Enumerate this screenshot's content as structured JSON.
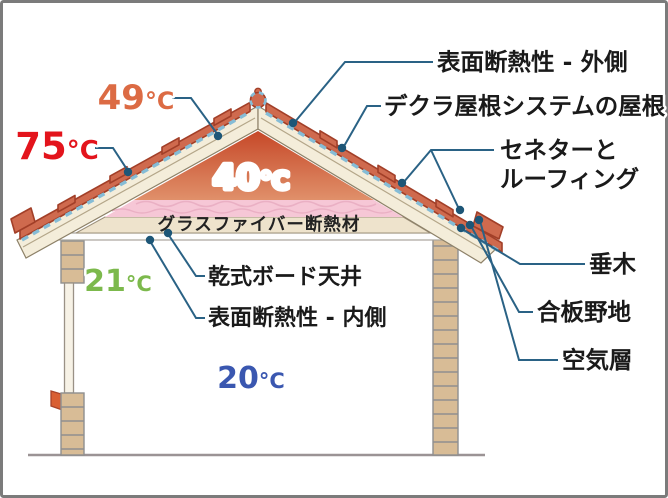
{
  "figure": {
    "title": "roof-insulation-cross-section-diagram",
    "labels": {
      "surface_outside": "表面断熱性 - 外側",
      "decra_roof": "デクラ屋根システムの屋根",
      "senator_roofing_line1": "セネターと",
      "senator_roofing_line2": "ルーフィング",
      "rafter": "垂木",
      "plywood_sheathing": "合板野地",
      "air_layer": "空気層",
      "fiberglass_insulation": "グラスファイバー断熱材",
      "drywall_ceiling": "乾式ボード天井",
      "surface_inside": "表面断熱性 - 内側"
    },
    "temperatures": {
      "unit": "°C",
      "tile_surface_value": "49",
      "outer_surface_value": "75",
      "attic_value": "40",
      "ceiling_value": "21",
      "room_value": "20"
    },
    "colors": {
      "temp_49": "#DC6B44",
      "temp_75": "#E3141C",
      "temp_40": "#FFFFFF",
      "temp_21": "#7CB94C",
      "temp_20": "#3A57B0",
      "leader_line": "#2A6285",
      "tile": "#CF6A4E",
      "tile_outline": "#A23F28",
      "underlay_dash": "#85BCD6",
      "sheathing_board": "#F4EDDA",
      "brick_wall": "#D8BC96",
      "attic_gradient_top": "#C64828",
      "attic_gradient_bottom": "#E0906A",
      "insulation_pink": "#F6C7D6",
      "fiberglass_band": "#EEE3CC",
      "frame_border": "#7B7B7B"
    }
  }
}
